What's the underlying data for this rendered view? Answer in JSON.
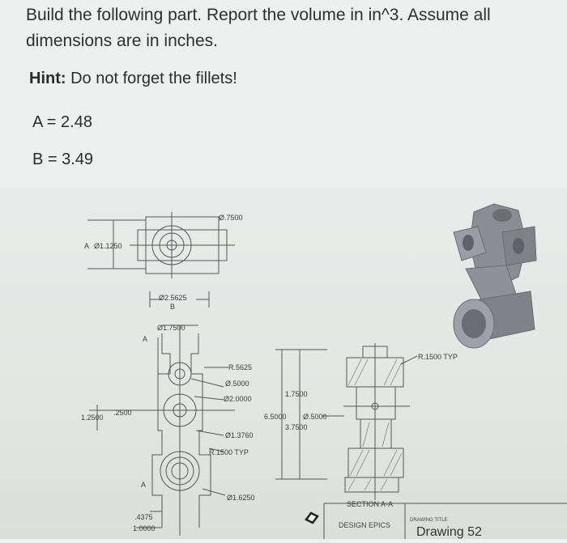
{
  "question": {
    "line1": "Build the following part. Report the volume in in^3. Assume all",
    "line2": "dimensions are in inches.",
    "hint_label": "Hint:",
    "hint_text": " Do not forget the fillets!",
    "eq_a": "A = 2.48",
    "eq_b": "B = 3.49"
  },
  "drawing": {
    "top_view": {
      "dia_0750": "Ø.7500",
      "label_a": "A",
      "dia_1125": "Ø1.1250",
      "dia_2562": "Ø2.5625",
      "label_b": "B"
    },
    "front_view": {
      "dia_1750": "Ø1.7500",
      "label_a_top": "A",
      "r_5625": "R.5625",
      "dia_0500": "Ø.5000",
      "dia_2000": "Ø2.0000",
      "d_2500": ".2500",
      "d_1250": "1.2500",
      "dia_1376": "Ø1.3760",
      "r_1500": "R.1500 TYP",
      "dia_1625": "Ø1.6250",
      "label_a_bot": "A",
      "d_4375": ".4375",
      "d_10000": "1.0000"
    },
    "side_view": {
      "d_1750": "1.7500",
      "d_6500": "6.5000",
      "dia_0500": "Ø.5000",
      "d_3750": "3.7500"
    },
    "section": {
      "r_typ": "R.1500 TYP",
      "title": "SECTION A-A"
    },
    "title_block": {
      "company": "DESIGN EPICS",
      "drawing_title_label": "DRAWING TITLE",
      "drawing_title": "Drawing 52"
    }
  }
}
